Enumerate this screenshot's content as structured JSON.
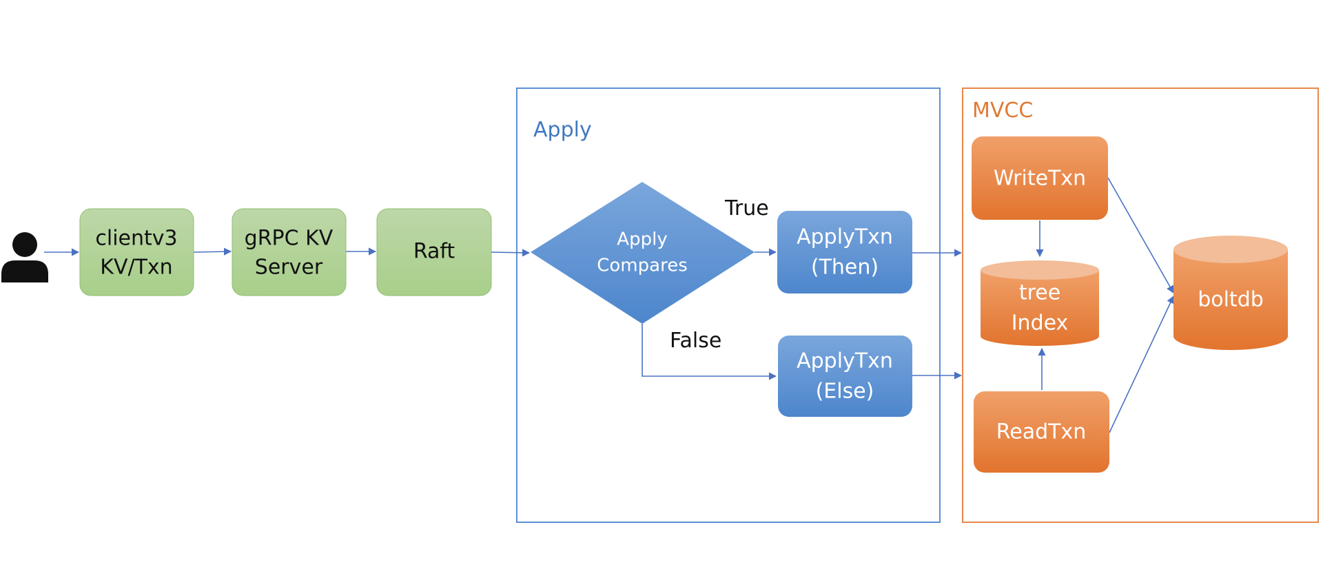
{
  "colors": {
    "green_fill_top": "#bdd7a8",
    "green_fill_bottom": "#a8cf8a",
    "green_stroke": "#8fbf6f",
    "blue_fill_top": "#7aa6dc",
    "blue_fill_bottom": "#4d86cc",
    "orange_fill_top": "#f0a069",
    "orange_fill_bottom": "#e2742e",
    "orange_cyl_top": "#f2bd98",
    "apply_border": "#5b8fd6",
    "mvcc_border": "#e8874a",
    "apply_title": "#3f78c2",
    "mvcc_title": "#e07a35",
    "arrow": "#4a72c4",
    "dark_text": "#111111",
    "light_text": "#ffffff"
  },
  "icons": {
    "user": "user-icon"
  },
  "nodes": {
    "clientv3": {
      "line1": "clientv3",
      "line2": "KV/Txn"
    },
    "grpc": {
      "line1": "gRPC KV",
      "line2": "Server"
    },
    "raft": {
      "line1": "Raft"
    },
    "compare": {
      "line1": "Apply",
      "line2": "Compares"
    },
    "then": {
      "line1": "ApplyTxn",
      "line2": "(Then)"
    },
    "else": {
      "line1": "ApplyTxn",
      "line2": "(Else)"
    },
    "writetxn": {
      "line1": "WriteTxn"
    },
    "treeindex": {
      "line1": "tree",
      "line2": "Index"
    },
    "readtxn": {
      "line1": "ReadTxn"
    },
    "boltdb": {
      "line1": "boltdb"
    }
  },
  "groups": {
    "apply": {
      "title": "Apply"
    },
    "mvcc": {
      "title": "MVCC"
    }
  },
  "edge_labels": {
    "true": "True",
    "false": "False"
  }
}
